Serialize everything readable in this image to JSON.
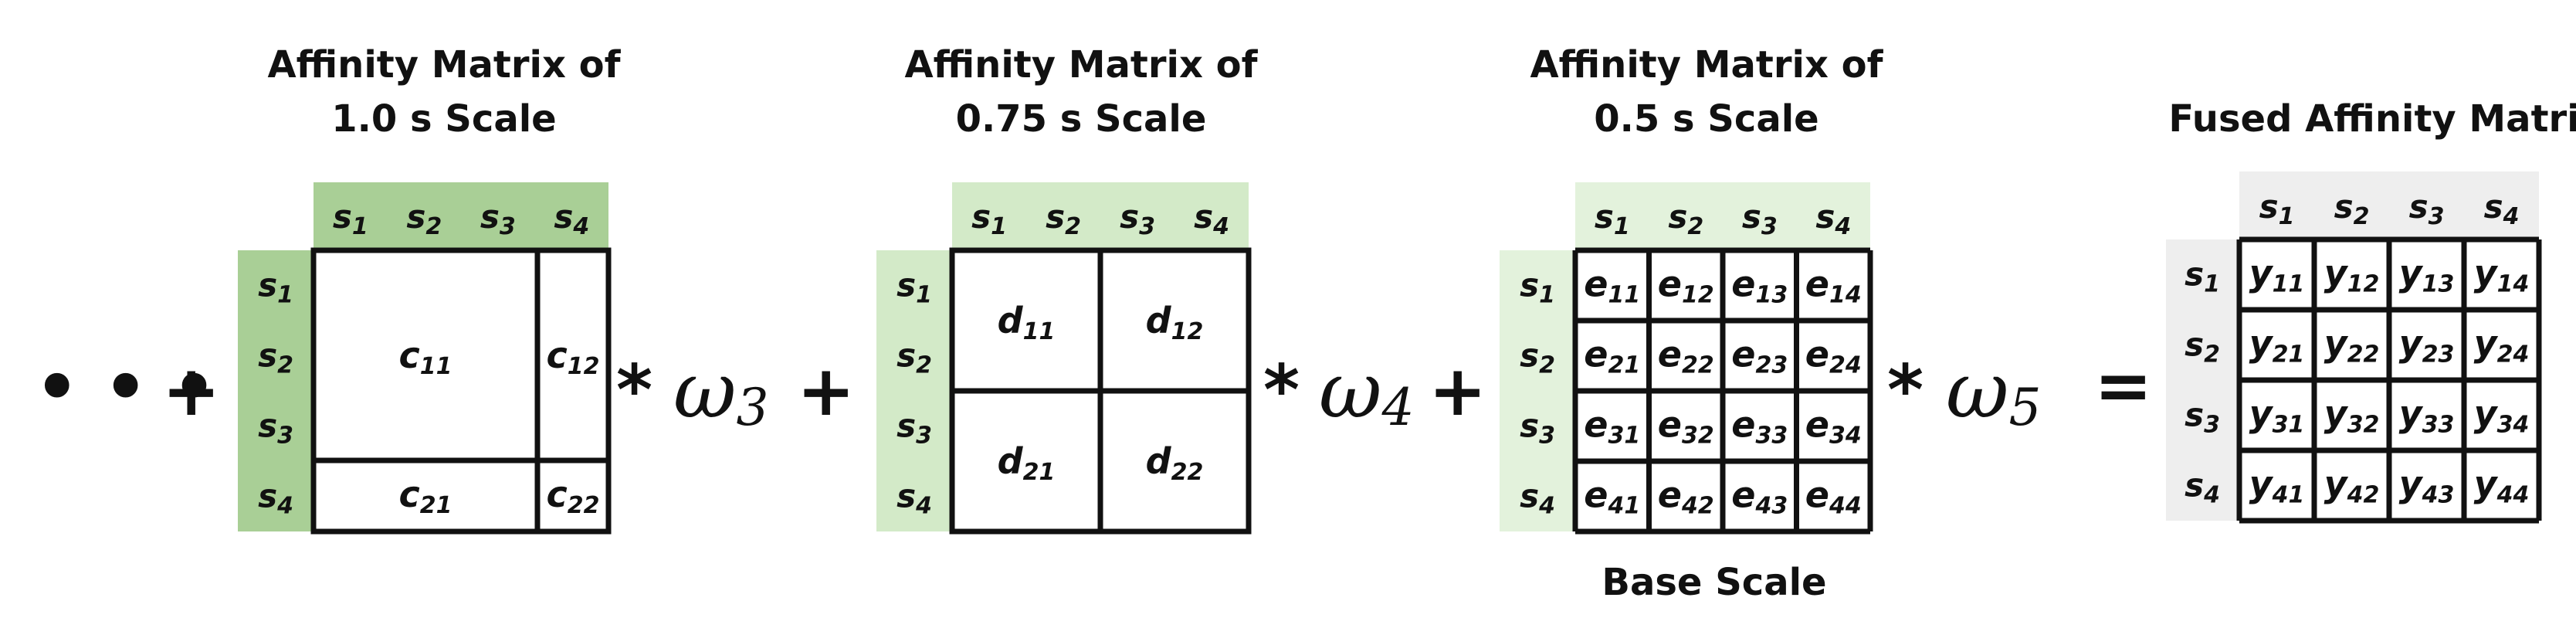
{
  "lead": {
    "ellipsis": "• • •",
    "plus": "+"
  },
  "matrices": [
    {
      "title_lines": [
        "Affinity Matrix of",
        "1.0 s Scale"
      ],
      "header_color": "#a9cf96",
      "labels": [
        [
          "s",
          "1"
        ],
        [
          "s",
          "2"
        ],
        [
          "s",
          "3"
        ],
        [
          "s",
          "4"
        ]
      ],
      "blocks": [
        [
          "c",
          "11"
        ],
        [
          "c",
          "12"
        ],
        [
          "c",
          "21"
        ],
        [
          "c",
          "22"
        ]
      ],
      "weight": [
        "ω",
        "3"
      ],
      "operator": "+"
    },
    {
      "title_lines": [
        "Affinity Matrix of",
        "0.75 s Scale"
      ],
      "header_color": "#d3eac8",
      "labels": [
        [
          "s",
          "1"
        ],
        [
          "s",
          "2"
        ],
        [
          "s",
          "3"
        ],
        [
          "s",
          "4"
        ]
      ],
      "blocks": [
        [
          "d",
          "11"
        ],
        [
          "d",
          "12"
        ],
        [
          "d",
          "21"
        ],
        [
          "d",
          "22"
        ]
      ],
      "weight": [
        "ω",
        "4"
      ],
      "operator": "+"
    },
    {
      "title_lines": [
        "Affinity Matrix of",
        "0.5 s Scale"
      ],
      "header_color": "#e3f2dc",
      "labels": [
        [
          "s",
          "1"
        ],
        [
          "s",
          "2"
        ],
        [
          "s",
          "3"
        ],
        [
          "s",
          "4"
        ]
      ],
      "cells": [
        [
          "e",
          "11"
        ],
        [
          "e",
          "12"
        ],
        [
          "e",
          "13"
        ],
        [
          "e",
          "14"
        ],
        [
          "e",
          "21"
        ],
        [
          "e",
          "22"
        ],
        [
          "e",
          "23"
        ],
        [
          "e",
          "24"
        ],
        [
          "e",
          "31"
        ],
        [
          "e",
          "32"
        ],
        [
          "e",
          "33"
        ],
        [
          "e",
          "34"
        ],
        [
          "e",
          "41"
        ],
        [
          "e",
          "42"
        ],
        [
          "e",
          "43"
        ],
        [
          "e",
          "44"
        ]
      ],
      "footer": "Base Scale",
      "weight": [
        "ω",
        "5"
      ],
      "operator": "="
    },
    {
      "title_lines": [
        "Fused Affinity Matrix"
      ],
      "header_color": "#eeeeee",
      "labels": [
        [
          "s",
          "1"
        ],
        [
          "s",
          "2"
        ],
        [
          "s",
          "3"
        ],
        [
          "s",
          "4"
        ]
      ],
      "cells": [
        [
          "y",
          "11"
        ],
        [
          "y",
          "12"
        ],
        [
          "y",
          "13"
        ],
        [
          "y",
          "14"
        ],
        [
          "y",
          "21"
        ],
        [
          "y",
          "22"
        ],
        [
          "y",
          "23"
        ],
        [
          "y",
          "24"
        ],
        [
          "y",
          "31"
        ],
        [
          "y",
          "32"
        ],
        [
          "y",
          "33"
        ],
        [
          "y",
          "34"
        ],
        [
          "y",
          "41"
        ],
        [
          "y",
          "42"
        ],
        [
          "y",
          "43"
        ],
        [
          "y",
          "44"
        ]
      ]
    }
  ],
  "multiply": "*"
}
